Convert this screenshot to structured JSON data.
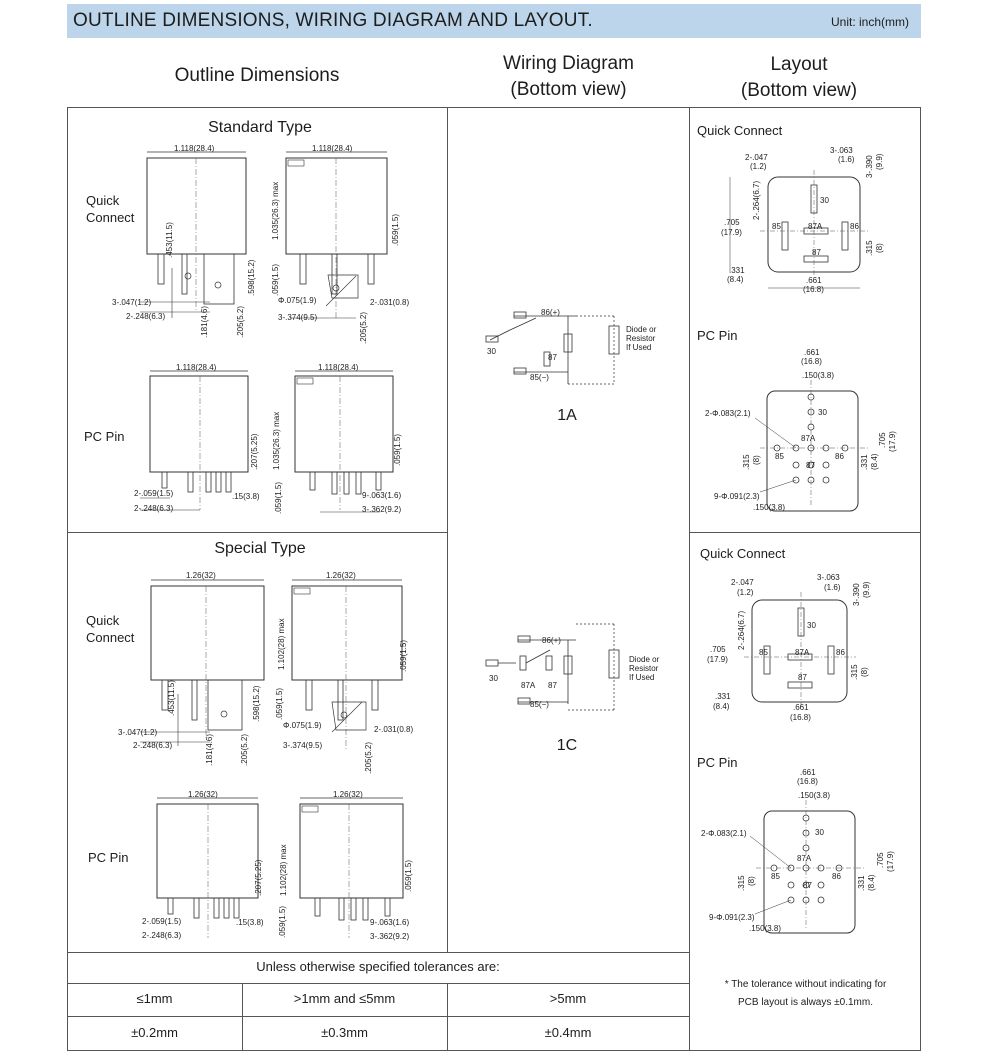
{
  "header": {
    "title": "OUTLINE DIMENSIONS, WIRING DIAGRAM AND LAYOUT.",
    "unit": "Unit: inch(mm)"
  },
  "columns": {
    "outline": "Outline Dimensions",
    "wiring_line1": "Wiring Diagram",
    "wiring_line2": "(Bottom view)",
    "layout_line1": "Layout",
    "layout_line2": "(Bottom view)"
  },
  "outline": {
    "standard": {
      "title": "Standard Type",
      "qc_label_1": "Quick",
      "qc_label_2": "Connect",
      "pc_label": "PC Pin",
      "qc_front": {
        "width": "1.118(28.4)",
        "d1": ".453(11.5)",
        "d2": ".598(15.2)",
        "d3": "3-.047(1.2)",
        "d4": "2-.248(6.3)",
        "d5": ".181(4.6)",
        "d6": ".205(5.2)"
      },
      "qc_side": {
        "width": "1.118(28.4)",
        "height": "1.035(26.3) max",
        "d1": ".059(1.5)",
        "d2": ".059(1.5)",
        "d3": "Φ.075(1.9)",
        "d4": "2-.031(0.8)",
        "d5": "3-.374(9.5)",
        "d6": ".205(5.2)"
      },
      "pc_front": {
        "width": "1.118(28.4)",
        "d1": ".207(5.25)",
        "d2": "2-.059(1.5)",
        "d3": ".15(3.8)",
        "d4": "2-.248(6.3)"
      },
      "pc_side": {
        "width": "1.118(28.4)",
        "height": "1.035(26.3) max",
        "d1": ".059(1.5)",
        "d2": ".059(1.5)",
        "d3": "9-.063(1.6)",
        "d4": "3-.362(9.2)"
      }
    },
    "special": {
      "title": "Special Type",
      "qc_label_1": "Quick",
      "qc_label_2": "Connect",
      "pc_label": "PC Pin",
      "qc_front": {
        "width": "1.26(32)",
        "d1": ".453(11.5)",
        "d2": ".598(15.2)",
        "d3": "3-.047(1.2)",
        "d4": "2-.248(6.3)",
        "d5": ".181(4.6)",
        "d6": ".205(5.2)"
      },
      "qc_side": {
        "width": "1.26(32)",
        "height": "1.102(28) max",
        "d1": ".059(1.5)",
        "d2": ".059(1.5)",
        "d3": "Φ.075(1.9)",
        "d4": "2-.031(0.8)",
        "d5": "3-.374(9.5)",
        "d6": ".205(5.2)"
      },
      "pc_front": {
        "width": "1.26(32)",
        "d1": ".207(5.25)",
        "d2": "2-.059(1.5)",
        "d3": ".15(3.8)",
        "d4": "2-.248(6.3)"
      },
      "pc_side": {
        "width": "1.26(32)",
        "height": "1.102(28) max",
        "d1": ".059(1.5)",
        "d2": ".059(1.5)",
        "d3": "9-.063(1.6)",
        "d4": "3-.362(9.2)"
      }
    }
  },
  "wiring": {
    "diagram_1a": {
      "label": "1A",
      "t86": "86(+)",
      "t30": "30",
      "t87": "87",
      "t85": "85(−)",
      "note1": "Diode or",
      "note2": "Resistor",
      "note3": "If Used"
    },
    "diagram_1c": {
      "label": "1C",
      "t86": "86(+)",
      "t30": "30",
      "t87a": "87A",
      "t87": "87",
      "t85": "85(−)",
      "note1": "Diode or",
      "note2": "Resistor",
      "note3": "If Used"
    }
  },
  "layout": {
    "upper": {
      "qc": {
        "label": "Quick Connect",
        "d1": "2-.047",
        "d1b": "(1.2)",
        "d2": "3-.063",
        "d2b": "(1.6)",
        "d3": "3-.390",
        "d3b": "(9.9)",
        "d4": "2-.264(6.7)",
        "d5": ".705",
        "d5b": "(17.9)",
        "d6": ".315",
        "d6b": "(8)",
        "d7": ".331",
        "d7b": "(8.4)",
        "d8": ".661",
        "d8b": "(16.8)",
        "p30": "30",
        "p85": "85",
        "p87a": "87A",
        "p86": "86",
        "p87": "87"
      },
      "pc": {
        "label": "PC Pin",
        "d1": ".661",
        "d1b": "(16.8)",
        "d2": ".150(3.8)",
        "d3": "2-Φ.083(2.1)",
        "d4": ".705",
        "d4b": "(17.9)",
        "d5": ".331",
        "d5b": "(8.4)",
        "d6": ".315",
        "d6b": "(8)",
        "d7": "9-Φ.091(2.3)",
        "d8": ".150(3.8)",
        "p30": "30",
        "p85": "85",
        "p87a": "87A",
        "p86": "86",
        "p87": "87"
      }
    },
    "lower": {
      "qc": {
        "label": "Quick Connect",
        "d1": "2-.047",
        "d1b": "(1.2)",
        "d2": "3-.063",
        "d2b": "(1.6)",
        "d3": "3-.390",
        "d3b": "(9.9)",
        "d4": "2-.264(6.7)",
        "d5": ".705",
        "d5b": "(17.9)",
        "d6": ".315",
        "d6b": "(8)",
        "d7": ".331",
        "d7b": "(8.4)",
        "d8": ".661",
        "d8b": "(16.8)",
        "p30": "30",
        "p85": "85",
        "p87a": "87A",
        "p86": "86",
        "p87": "87"
      },
      "pc": {
        "label": "PC Pin",
        "d1": ".661",
        "d1b": "(16.8)",
        "d2": ".150(3.8)",
        "d3": "2-Φ.083(2.1)",
        "d4": ".705",
        "d4b": "(17.9)",
        "d5": ".331",
        "d5b": "(8.4)",
        "d6": ".315",
        "d6b": "(8)",
        "d7": "9-Φ.091(2.3)",
        "d8": ".150(3.8)",
        "p30": "30",
        "p85": "85",
        "p87a": "87A",
        "p86": "86",
        "p87": "87"
      }
    }
  },
  "tolerance": {
    "caption": "Unless otherwise specified tolerances are:",
    "headers": [
      "≤1mm",
      ">1mm and ≤5mm",
      ">5mm"
    ],
    "values": [
      "±0.2mm",
      "±0.3mm",
      "±0.4mm"
    ],
    "note_line1": "* The tolerance without indicating for",
    "note_line2": "PCB layout is always ±0.1mm."
  }
}
